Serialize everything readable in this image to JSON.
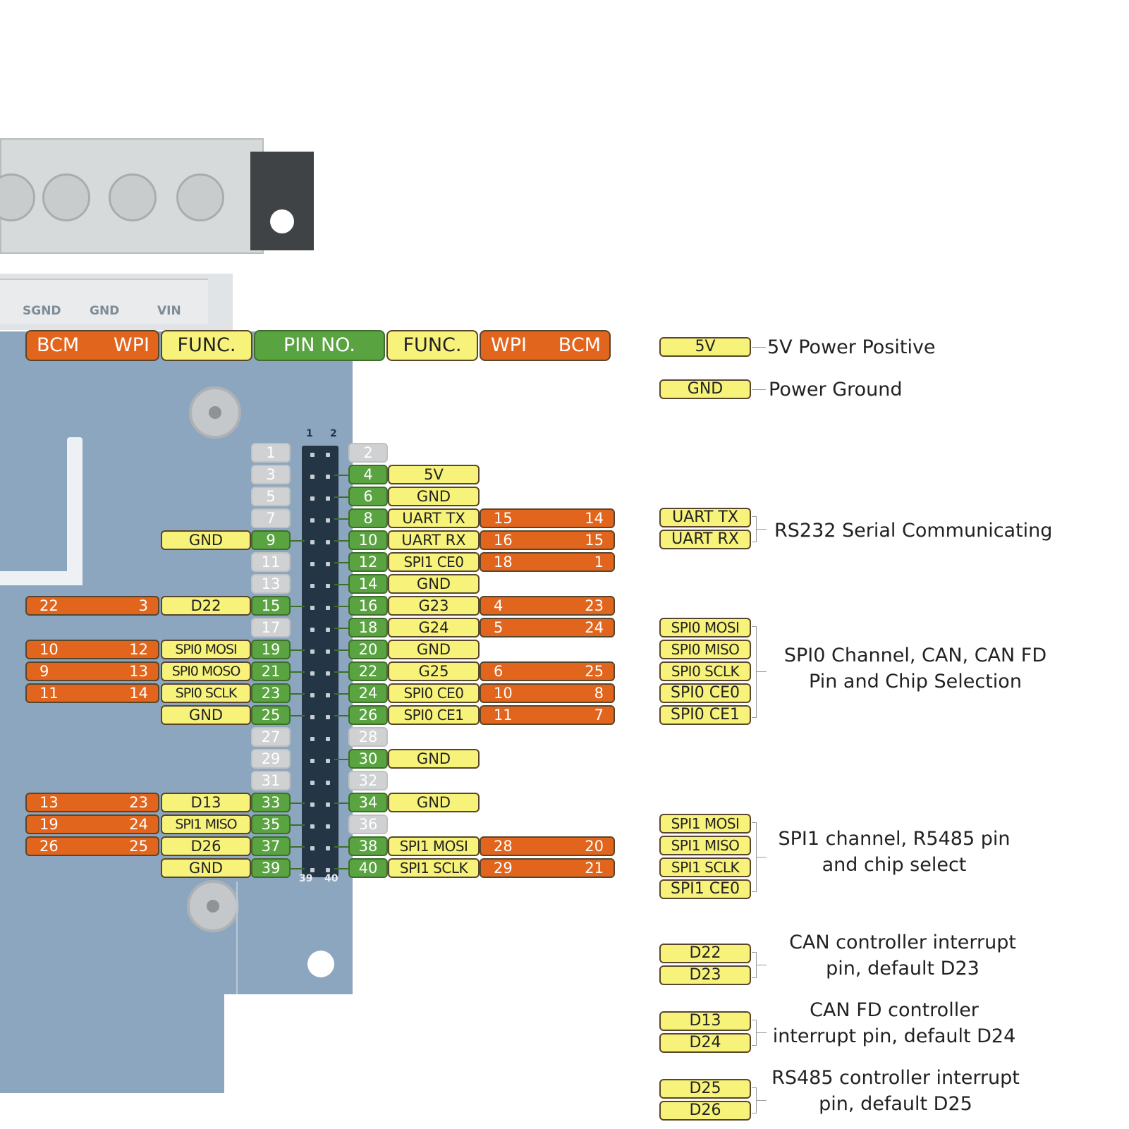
{
  "header": {
    "bcm_left": "BCM",
    "wpi_left": "WPI",
    "func_left": "FUNC.",
    "pin_no": "PIN NO.",
    "func_right": "FUNC.",
    "wpi_right": "WPI",
    "bcm_right": "BCM"
  },
  "board": {
    "silk_sgnd": "SGND",
    "silk_gnd": "GND",
    "silk_vin": "VIN",
    "header_num_1": "1",
    "header_num_2": "2",
    "header_num_39": "39",
    "header_num_40": "40"
  },
  "colors": {
    "orange": "#e2651d",
    "yellow": "#f7f27a",
    "green": "#5aa341",
    "grey": "#cfd1d2",
    "board": "#8da6bf"
  },
  "left_pins": [
    {
      "pin": "1",
      "active": false
    },
    {
      "pin": "3",
      "active": false
    },
    {
      "pin": "5",
      "active": false
    },
    {
      "pin": "7",
      "active": false
    },
    {
      "pin": "9",
      "active": true,
      "func": "GND"
    },
    {
      "pin": "11",
      "active": false
    },
    {
      "pin": "13",
      "active": false
    },
    {
      "pin": "15",
      "active": true,
      "func": "D22",
      "wpi": "3",
      "bcm": "22"
    },
    {
      "pin": "17",
      "active": false
    },
    {
      "pin": "19",
      "active": true,
      "func": "SPI0 MOSI",
      "wpi": "12",
      "bcm": "10"
    },
    {
      "pin": "21",
      "active": true,
      "func": "SPI0 MOSO",
      "wpi": "13",
      "bcm": "9"
    },
    {
      "pin": "23",
      "active": true,
      "func": "SPI0 SCLK",
      "wpi": "14",
      "bcm": "11"
    },
    {
      "pin": "25",
      "active": true,
      "func": "GND"
    },
    {
      "pin": "27",
      "active": false
    },
    {
      "pin": "29",
      "active": false
    },
    {
      "pin": "31",
      "active": false
    },
    {
      "pin": "33",
      "active": true,
      "func": "D13",
      "wpi": "23",
      "bcm": "13"
    },
    {
      "pin": "35",
      "active": true,
      "func": "SPI1 MISO",
      "wpi": "24",
      "bcm": "19"
    },
    {
      "pin": "37",
      "active": true,
      "func": "D26",
      "wpi": "25",
      "bcm": "26"
    },
    {
      "pin": "39",
      "active": true,
      "func": "GND"
    }
  ],
  "right_pins": [
    {
      "pin": "2",
      "active": false
    },
    {
      "pin": "4",
      "active": true,
      "func": "5V"
    },
    {
      "pin": "6",
      "active": true,
      "func": "GND"
    },
    {
      "pin": "8",
      "active": true,
      "func": "UART TX",
      "wpi": "15",
      "bcm": "14"
    },
    {
      "pin": "10",
      "active": true,
      "func": "UART RX",
      "wpi": "16",
      "bcm": "15"
    },
    {
      "pin": "12",
      "active": true,
      "func": "SPI1 CE0",
      "wpi": "18",
      "bcm": "1"
    },
    {
      "pin": "14",
      "active": true,
      "func": "GND"
    },
    {
      "pin": "16",
      "active": true,
      "func": "G23",
      "wpi": "4",
      "bcm": "23"
    },
    {
      "pin": "18",
      "active": true,
      "func": "G24",
      "wpi": "5",
      "bcm": "24"
    },
    {
      "pin": "20",
      "active": true,
      "func": "GND"
    },
    {
      "pin": "22",
      "active": true,
      "func": "G25",
      "wpi": "6",
      "bcm": "25"
    },
    {
      "pin": "24",
      "active": true,
      "func": "SPI0 CE0",
      "wpi": "10",
      "bcm": "8"
    },
    {
      "pin": "26",
      "active": true,
      "func": "SPI0 CE1",
      "wpi": "11",
      "bcm": "7"
    },
    {
      "pin": "28",
      "active": false
    },
    {
      "pin": "30",
      "active": true,
      "func": "GND"
    },
    {
      "pin": "32",
      "active": false
    },
    {
      "pin": "34",
      "active": true,
      "func": "GND"
    },
    {
      "pin": "36",
      "active": false
    },
    {
      "pin": "38",
      "active": true,
      "func": "SPI1 MOSI",
      "wpi": "28",
      "bcm": "20"
    },
    {
      "pin": "40",
      "active": true,
      "func": "SPI1 SCLK",
      "wpi": "29",
      "bcm": "21"
    }
  ],
  "legend": [
    {
      "boxes": [
        "5V"
      ],
      "text": [
        "5V Power Positive"
      ]
    },
    {
      "boxes": [
        "GND"
      ],
      "text": [
        "Power Ground"
      ]
    },
    {
      "boxes": [
        "UART TX",
        "UART RX"
      ],
      "text": [
        "RS232 Serial Communicating"
      ]
    },
    {
      "boxes": [
        "SPI0 MOSI",
        "SPI0 MISO",
        "SPI0 SCLK",
        "SPI0 CE0",
        "SPI0 CE1"
      ],
      "text": [
        "SPI0 Channel, CAN, CAN FD",
        "Pin and Chip Selection"
      ]
    },
    {
      "boxes": [
        "SPI1 MOSI",
        "SPI1 MISO",
        "SPI1 SCLK",
        "SPI1 CE0"
      ],
      "text": [
        "SPI1 channel, R5485 pin",
        "and chip select"
      ]
    },
    {
      "boxes": [
        "D22",
        "D23"
      ],
      "text": [
        "CAN controller interrupt",
        "pin, default D23"
      ]
    },
    {
      "boxes": [
        "D13",
        "D24"
      ],
      "text": [
        "CAN FD controller",
        "interrupt pin, default D24"
      ]
    },
    {
      "boxes": [
        "D25",
        "D26"
      ],
      "text": [
        "RS485 controller interrupt",
        "pin, default D25"
      ]
    }
  ]
}
